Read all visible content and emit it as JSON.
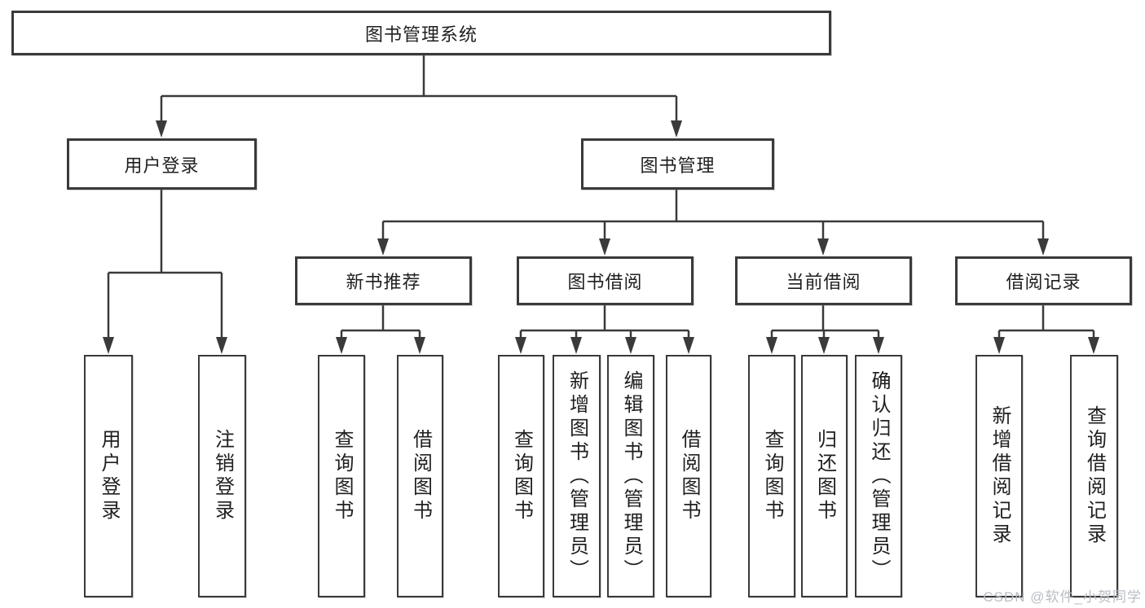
{
  "colors": {
    "line": "#3a3a3a",
    "box_border": "#3a3a3a",
    "text": "#1f1f1f",
    "watermark": "#b9bdc4",
    "background": "#ffffff"
  },
  "diagram": {
    "root": "图书管理系统",
    "level2": [
      "用户登录",
      "图书管理"
    ],
    "level3": [
      "新书推荐",
      "图书借阅",
      "当前借阅",
      "借阅记录"
    ],
    "leaves": {
      "user_login": [
        "用户登录",
        "注销登录"
      ],
      "new_books": [
        "查询图书",
        "借阅图书"
      ],
      "book_borrow": [
        "查询图书",
        "新增图书（管理员）",
        "编辑图书（管理员）",
        "借阅图书"
      ],
      "current_borrow": [
        "查询图书",
        "归还图书",
        "确认归还（管理员）"
      ],
      "borrow_records": [
        "新增借阅记录",
        "查询借阅记录"
      ]
    },
    "watermark": "CSDN @软件_小贺同学"
  }
}
